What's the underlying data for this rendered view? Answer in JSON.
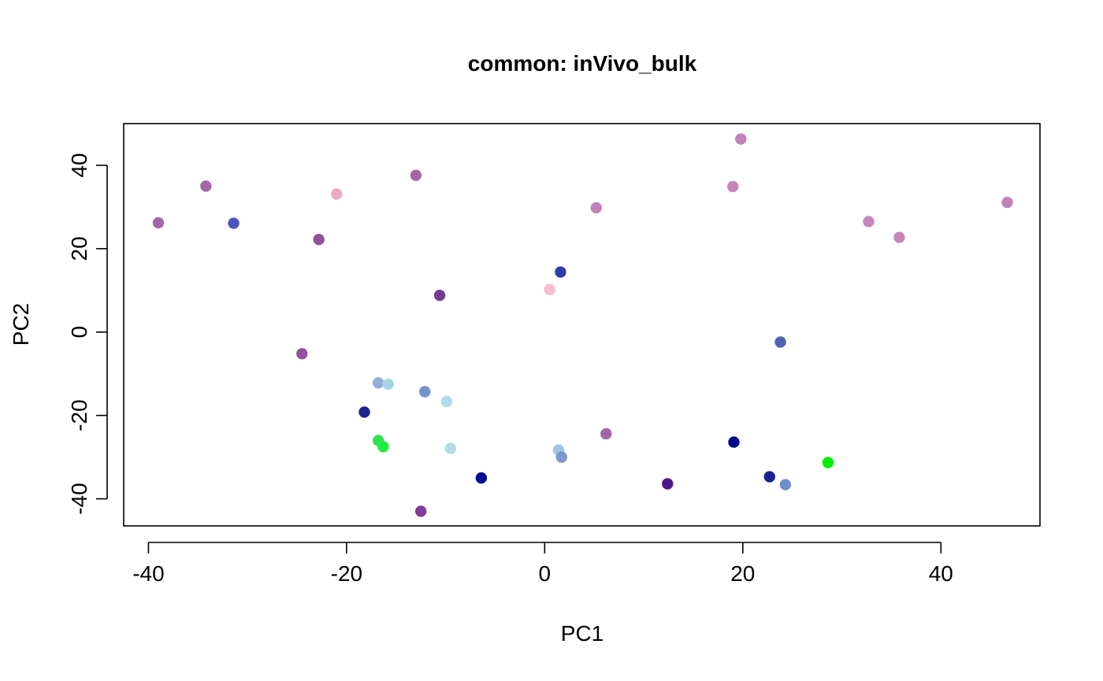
{
  "chart_data": {
    "type": "scatter",
    "title": "common: inVivo_bulk",
    "xlabel": "PC1",
    "ylabel": "PC2",
    "xlim": [
      -42.5,
      50
    ],
    "ylim": [
      -46.5,
      50
    ],
    "xticks": [
      -40,
      -20,
      0,
      20,
      40
    ],
    "yticks": [
      -40,
      -20,
      0,
      20,
      40
    ],
    "grid": false,
    "legend": "none",
    "points": [
      {
        "x": -39.0,
        "y": 26.2,
        "color": "#a566a8"
      },
      {
        "x": -34.2,
        "y": 35.0,
        "color": "#a566a8"
      },
      {
        "x": -31.4,
        "y": 26.1,
        "color": "#4a57b8"
      },
      {
        "x": -21.0,
        "y": 33.1,
        "color": "#ecaac6"
      },
      {
        "x": -22.8,
        "y": 22.2,
        "color": "#944f9e"
      },
      {
        "x": -13.0,
        "y": 37.6,
        "color": "#a566a8"
      },
      {
        "x": -10.6,
        "y": 8.8,
        "color": "#763a91"
      },
      {
        "x": -24.5,
        "y": -5.2,
        "color": "#944f9e"
      },
      {
        "x": 5.2,
        "y": 29.8,
        "color": "#c082b8"
      },
      {
        "x": 1.6,
        "y": 14.4,
        "color": "#2f3ca6"
      },
      {
        "x": 0.5,
        "y": 10.2,
        "color": "#f8bccf"
      },
      {
        "x": 19.8,
        "y": 46.3,
        "color": "#c082b8"
      },
      {
        "x": 19.0,
        "y": 34.9,
        "color": "#c787bb"
      },
      {
        "x": 32.7,
        "y": 26.5,
        "color": "#c787bb"
      },
      {
        "x": 35.8,
        "y": 22.7,
        "color": "#c787bb"
      },
      {
        "x": 46.7,
        "y": 31.1,
        "color": "#c082b8"
      },
      {
        "x": 23.8,
        "y": -2.4,
        "color": "#5164b4"
      },
      {
        "x": -16.8,
        "y": -12.2,
        "color": "#8fb1d8"
      },
      {
        "x": -15.8,
        "y": -12.5,
        "color": "#a7d3e6"
      },
      {
        "x": -12.1,
        "y": -14.3,
        "color": "#7492cc"
      },
      {
        "x": -9.9,
        "y": -16.7,
        "color": "#b2dbe9"
      },
      {
        "x": -18.2,
        "y": -19.2,
        "color": "#1b218f"
      },
      {
        "x": -16.8,
        "y": -26.0,
        "color": "#36e056"
      },
      {
        "x": -16.3,
        "y": -27.5,
        "color": "#20ee3f"
      },
      {
        "x": -9.5,
        "y": -27.9,
        "color": "#b2dbe9"
      },
      {
        "x": -6.4,
        "y": -35.0,
        "color": "#000c8f"
      },
      {
        "x": -12.5,
        "y": -43.0,
        "color": "#7e3b98"
      },
      {
        "x": 1.4,
        "y": -28.3,
        "color": "#a2c4e0"
      },
      {
        "x": 1.7,
        "y": -30.0,
        "color": "#7c98cd"
      },
      {
        "x": 6.2,
        "y": -24.4,
        "color": "#a566a8"
      },
      {
        "x": 12.4,
        "y": -36.4,
        "color": "#4e1888"
      },
      {
        "x": 19.1,
        "y": -26.4,
        "color": "#00068a"
      },
      {
        "x": 22.7,
        "y": -34.7,
        "color": "#1b218f"
      },
      {
        "x": 24.3,
        "y": -36.6,
        "color": "#6f8fca"
      },
      {
        "x": 28.6,
        "y": -31.3,
        "color": "#00ee00"
      }
    ]
  }
}
